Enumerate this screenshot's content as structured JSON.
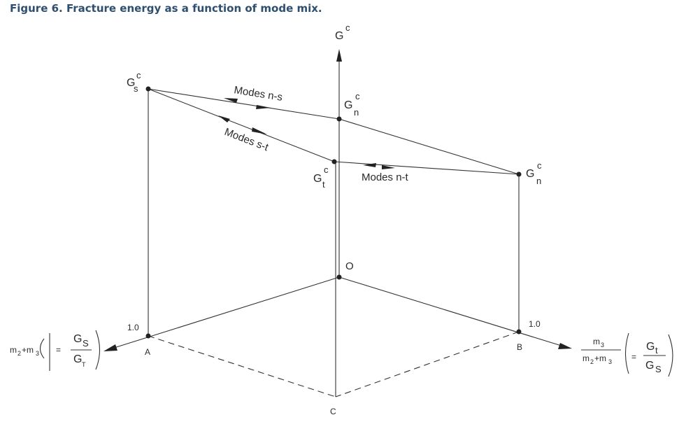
{
  "caption": "Figure 6. Fracture energy as a function of mode mix.",
  "axis_labels": {
    "vertical": {
      "base": "G",
      "sup": "c"
    },
    "left_m": "m",
    "left_sub2": "2",
    "left_plus": "+m",
    "left_sub3": "3",
    "left_eq": "=",
    "left_num": "G",
    "left_num_sub": "S",
    "left_den": "G",
    "left_den_sub": "T",
    "right_m3": "m",
    "right_m3_sub": "3",
    "right_den_m": "m",
    "right_den_sub2": "2",
    "right_den_plus": "+m",
    "right_den_sub3": "3",
    "right_eq": "=",
    "right_num": "G",
    "right_num_sub": "t",
    "right_den": "G",
    "right_den_sub": "S"
  },
  "points": {
    "O": "O",
    "A": "A",
    "B": "B",
    "C": "C",
    "a_tick": "1.0",
    "b_tick": "1.0"
  },
  "energies": {
    "gs": {
      "base": "G",
      "sub": "s",
      "sup": "c"
    },
    "gn_axis": {
      "base": "G",
      "sub": "n",
      "sup": "c"
    },
    "gt": {
      "base": "G",
      "sub": "t",
      "sup": "c"
    },
    "gn_right": {
      "base": "G",
      "sub": "n",
      "sup": "c"
    }
  },
  "modes": {
    "ns": "Modes n-s",
    "st": "Modes s-t",
    "nt": "Modes n-t"
  }
}
